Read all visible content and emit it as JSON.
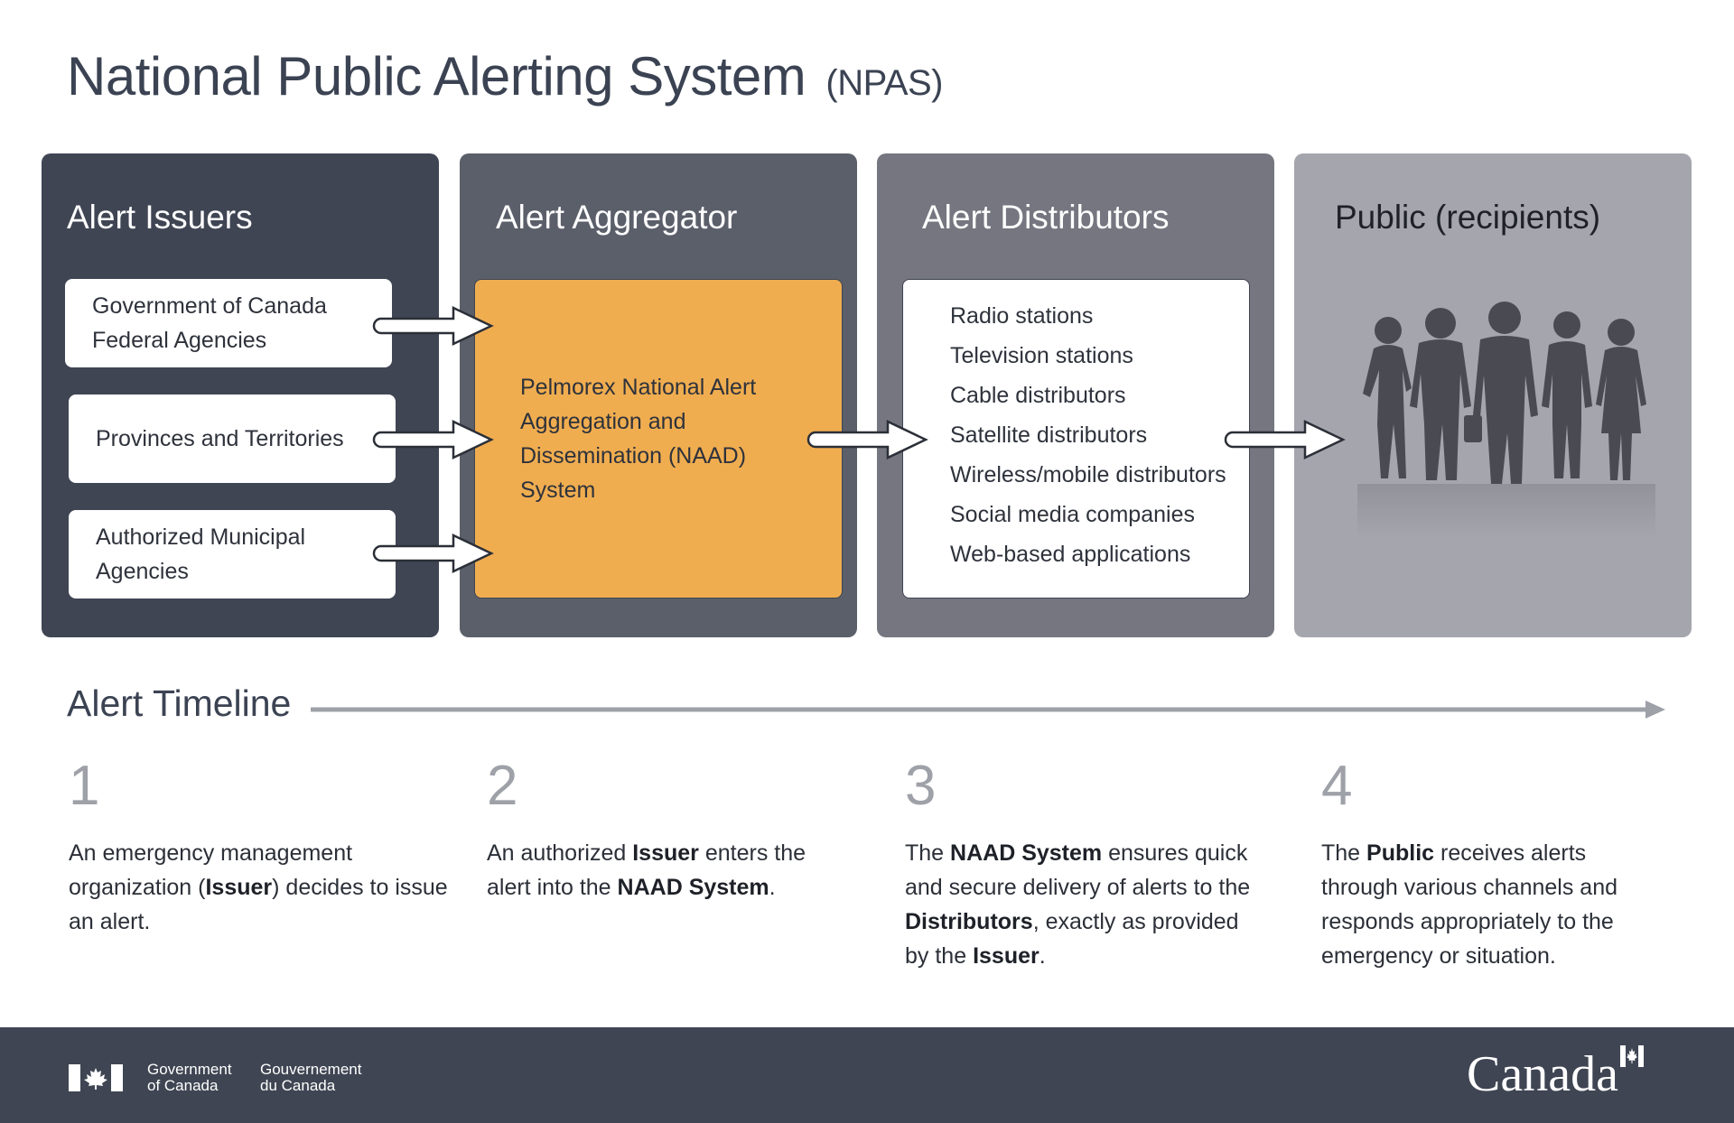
{
  "title": {
    "main": "National Public Alerting System",
    "sub": "(NPAS)"
  },
  "panels": {
    "issuers": {
      "title": "Alert Issuers",
      "items": [
        "Government of Canada Federal Agencies",
        "Provinces and Territories",
        "Authorized Municipal Agencies"
      ]
    },
    "aggregator": {
      "title": "Alert Aggregator",
      "box": "Pelmorex National Alert Aggregation and Dissemination (NAAD) System"
    },
    "distributors": {
      "title": "Alert Distributors",
      "items": [
        "Radio stations",
        "Television stations",
        "Cable distributors",
        "Satellite distributors",
        "Wireless/mobile distributors",
        "Social media companies",
        "Web-based applications"
      ]
    },
    "public": {
      "title": "Public (recipients)"
    }
  },
  "timeline": {
    "label": "Alert Timeline",
    "steps": [
      {
        "num": "1",
        "parts": [
          "An emergency management organization (",
          "Issuer",
          ") decides to issue an alert."
        ]
      },
      {
        "num": "2",
        "parts": [
          "An authorized ",
          "Issuer",
          " enters the alert into the ",
          "NAAD System",
          "."
        ]
      },
      {
        "num": "3",
        "parts": [
          "The ",
          "NAAD System",
          " ensures quick and secure delivery of alerts to the ",
          "Distributors",
          ", exactly as provided by the ",
          "Issuer",
          "."
        ]
      },
      {
        "num": "4",
        "parts": [
          "The ",
          "Public",
          " receives alerts through various channels and responds appropriately to the emergency or situation."
        ]
      }
    ]
  },
  "footer": {
    "gov_en": [
      "Government",
      "of Canada"
    ],
    "gov_fr": [
      "Gouvernement",
      "du Canada"
    ],
    "wordmark": "Canada"
  },
  "colors": {
    "dark_panel": "#3f4553",
    "mid_panel": "#5b5f6a",
    "light_panel": "#75767f",
    "public_panel": "#a5a5ad",
    "aggregator_fill": "#f0ad50",
    "silhouette": "#4a4b52"
  }
}
